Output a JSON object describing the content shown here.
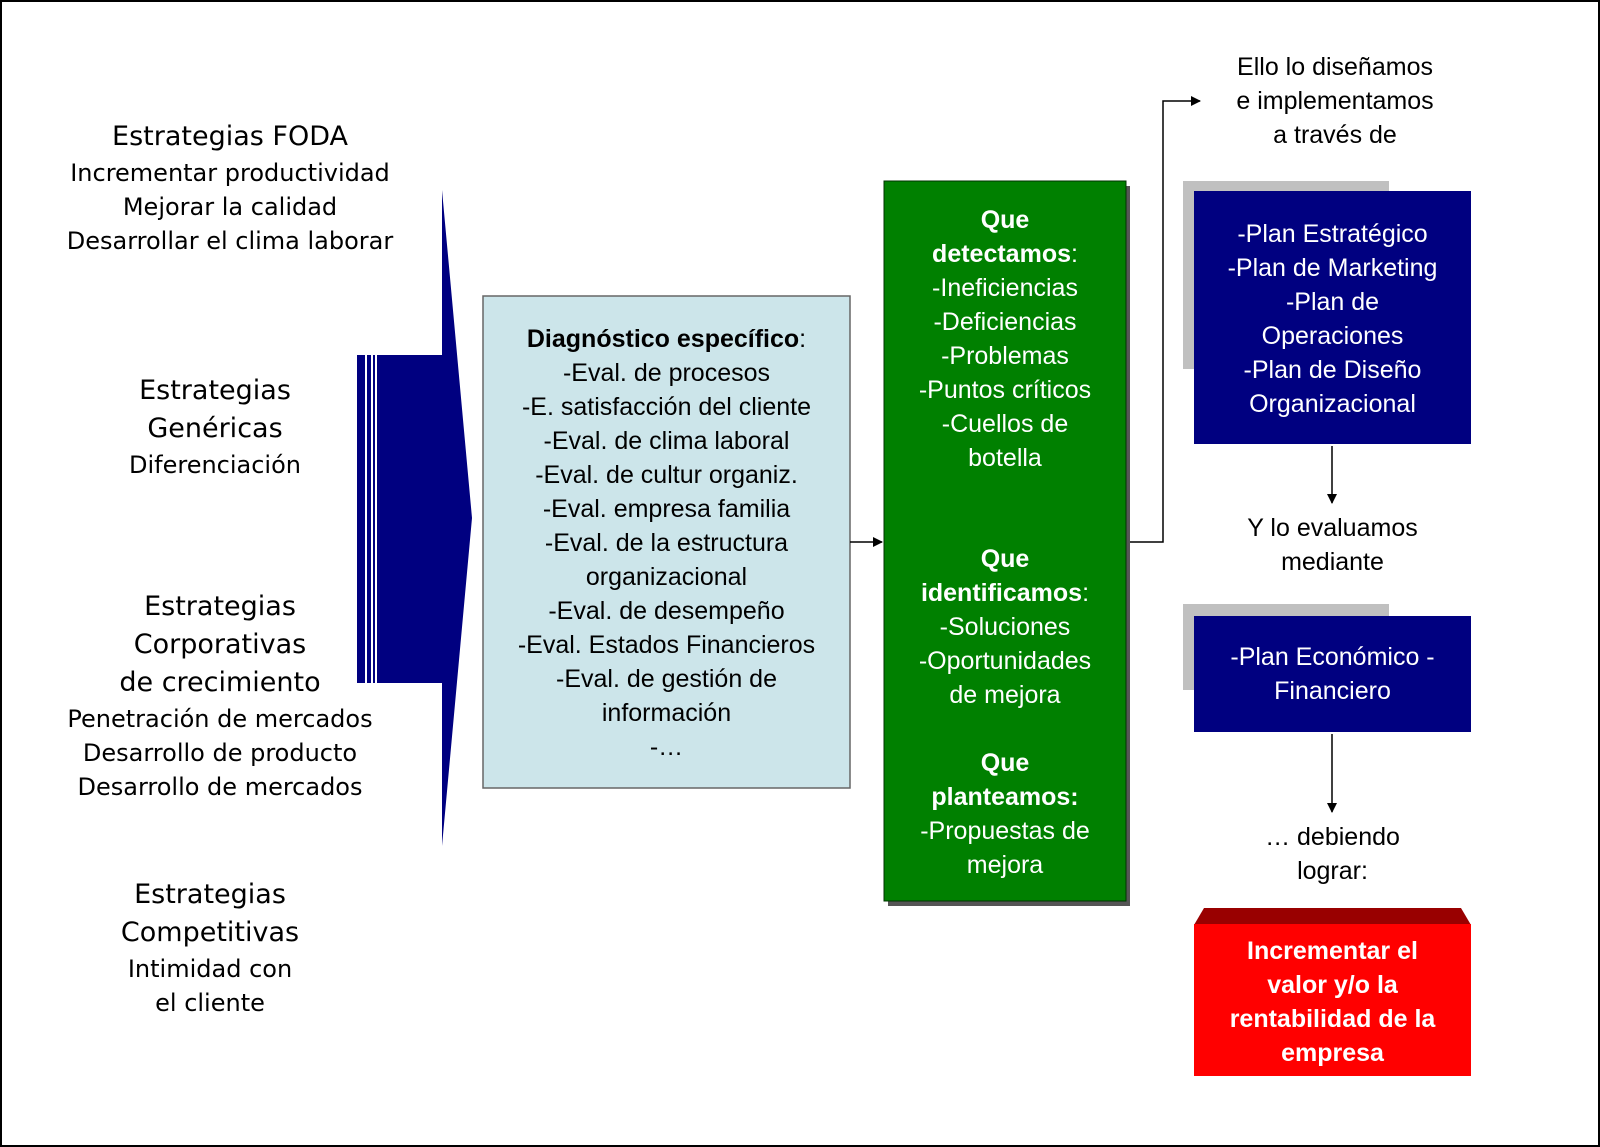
{
  "colors": {
    "navy": "#000080",
    "green": "#008000",
    "light_blue": "#CCE5EA",
    "red": "#FF0000",
    "dark_red": "#990000",
    "gray_shadow": "#C0C0C0"
  },
  "strategies": {
    "foda": {
      "title": "Estrategias FODA",
      "items": [
        "Incrementar productividad",
        "Mejorar la calidad",
        "Desarrollar el clima laborar"
      ]
    },
    "genericas": {
      "title_lines": [
        "Estrategias",
        "Genéricas"
      ],
      "items": [
        "Diferenciación"
      ]
    },
    "corporativas": {
      "title_lines": [
        "Estrategias",
        "Corporativas",
        "de crecimiento"
      ],
      "items": [
        "Penetración de mercados",
        "Desarrollo de producto",
        "Desarrollo de mercados"
      ]
    },
    "competitivas": {
      "title_lines": [
        "Estrategias",
        "Competitivas"
      ],
      "items": [
        "Intimidad con",
        "el cliente"
      ]
    }
  },
  "diagnostico": {
    "heading": "Diagnóstico específico",
    "heading_suffix": ":",
    "items": [
      "-Eval. de procesos",
      "-E. satisfacción del cliente",
      "-Eval. de clima laboral",
      "-Eval. de cultur organiz.",
      "-Eval. empresa familia",
      "-Eval. de la estructura",
      "organizacional",
      "-Eval. de desempeño",
      "-Eval. Estados Financieros",
      "-Eval. de gestión de",
      "información",
      "-…"
    ]
  },
  "green_box": {
    "detectamos": {
      "heading_line1": "Que",
      "heading_line2": "detectamos",
      "suffix": ":",
      "items": [
        "-Ineficiencias",
        "-Deficiencias",
        "-Problemas",
        "-Puntos críticos",
        "-Cuellos de",
        "botella"
      ]
    },
    "identificamos": {
      "heading_line1": "Que",
      "heading_line2": "identificamos",
      "suffix": ":",
      "items": [
        "-Soluciones",
        "-Oportunidades",
        "de mejora"
      ]
    },
    "planteamos": {
      "heading_line1": "Que",
      "heading_line2": "planteamos:",
      "items": [
        "-Propuestas de",
        "mejora"
      ]
    }
  },
  "right": {
    "intro_lines": [
      "Ello lo diseñamos",
      "e implementamos",
      "a través de"
    ],
    "plans_lines": [
      "-Plan Estratégico",
      "-Plan de Marketing",
      "-Plan de",
      "Operaciones",
      "-Plan de Diseño",
      "Organizacional"
    ],
    "evaluate_lines": [
      "Y lo evaluamos",
      "mediante"
    ],
    "economic_lines": [
      "-Plan Económico -",
      "Financiero"
    ],
    "achieve_lines": [
      "… debiendo",
      "lograr:"
    ],
    "goal_lines": [
      "Incrementar el",
      "valor y/o la",
      "rentabilidad de la",
      "empresa"
    ]
  }
}
